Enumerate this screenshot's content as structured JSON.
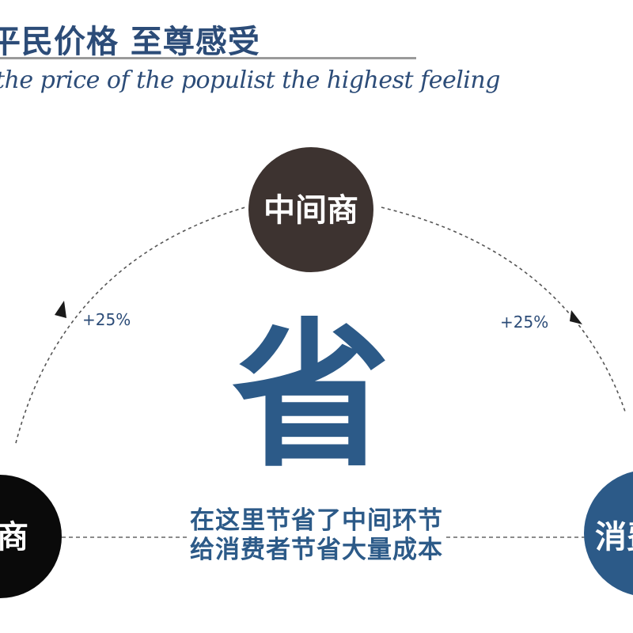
{
  "heading": {
    "cn": "平民价格  至尊感受",
    "en": "the price of the populist the highest feeling"
  },
  "nodes": {
    "middleman": "中间商",
    "left": "商",
    "right": "消费"
  },
  "markups": {
    "left": "+25%",
    "right": "+25%"
  },
  "center_char": "省",
  "note": {
    "line1": "在这里节省了中间环节",
    "line2": "给消费者节省大量成本"
  },
  "colors": {
    "title_blue": "#2c4c78",
    "accent_blue": "#2c5a88",
    "middleman_brown": "#3d3330",
    "left_black": "#0a0a0a",
    "right_blue": "#2c5a88"
  }
}
